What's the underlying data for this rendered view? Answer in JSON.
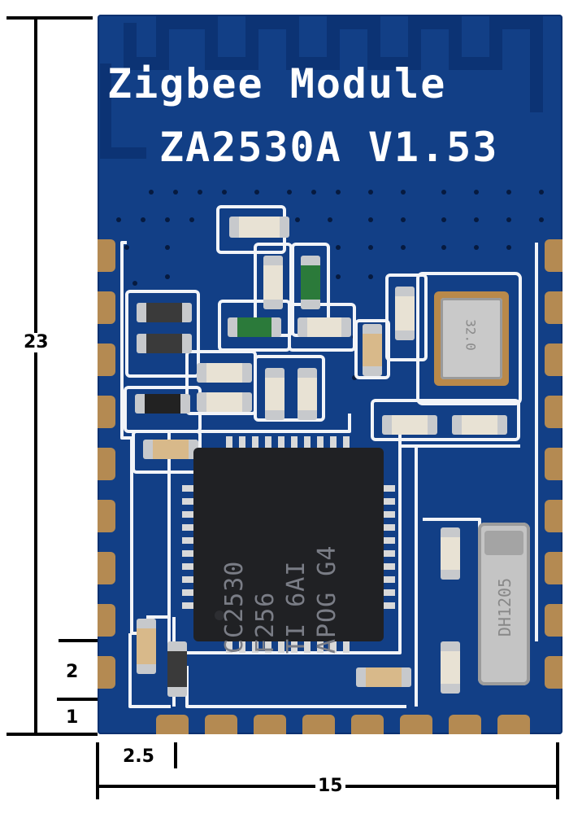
{
  "image": {
    "subject": "Zigbee wireless module PCB with dimension annotations",
    "board_color": "#123f86",
    "pad_color": "#b48a52",
    "trace_color": "#f2f4f8"
  },
  "silkscreen": {
    "line1": "Zigbee Module",
    "line2": "ZA2530A V1.53"
  },
  "chip": {
    "lines": [
      "CC2530",
      "F256",
      "TI 6AI",
      "APOG G4"
    ]
  },
  "crystal_small": {
    "text": "32.0"
  },
  "crystal_large": {
    "text": "DH1205"
  },
  "dimensions": {
    "height": "23",
    "width": "15",
    "pad_offset": "2.5",
    "pad_pitch": "2",
    "edge_offset": "1"
  }
}
